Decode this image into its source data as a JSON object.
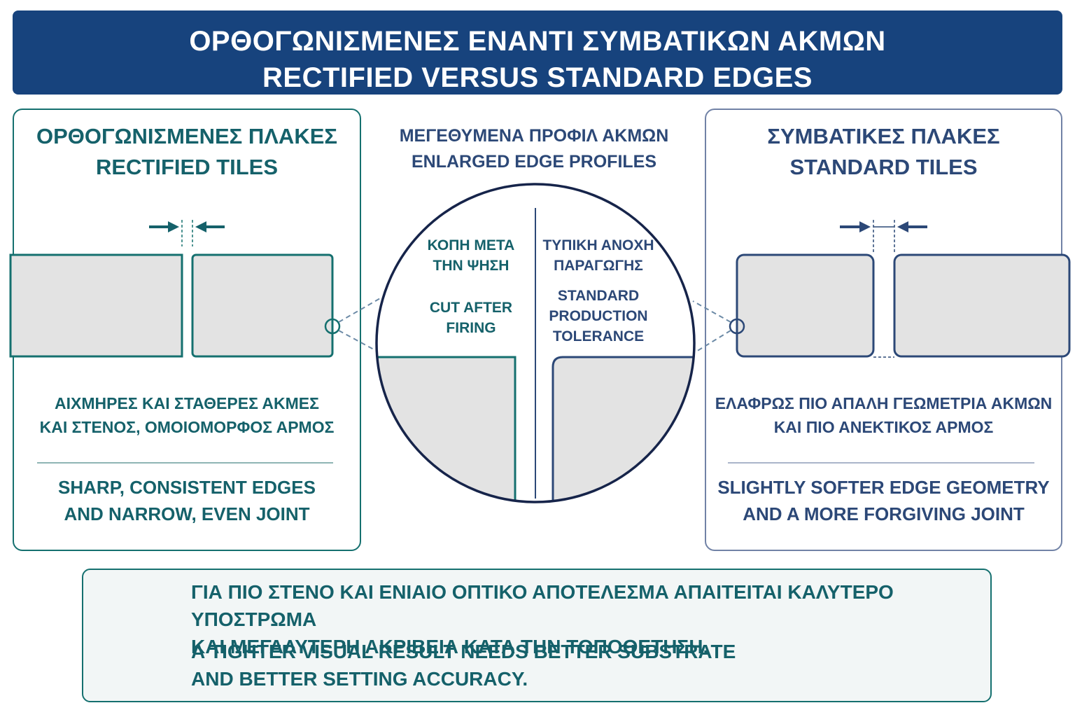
{
  "header": {
    "title_greek": "ΟΡΘΟΓΩΝΙΣΜΕΝΕΣ ΕΝΑΝΤΙ ΣΥΜΒΑΤΙΚΩΝ ΑΚΜΩΝ",
    "title_english": "RECTIFIED VERSUS STANDARD EDGES"
  },
  "left_panel": {
    "title_greek": "ΟΡΘΟΓΩΝΙΣΜΕΝΕΣ ΠΛΑΚΕΣ",
    "title_english": "RECTIFIED TILES",
    "desc_greek_1": "ΑΙΧΜΗΡΕΣ ΚΑΙ ΣΤΑΘΕΡΕΣ ΑΚΜΕΣ",
    "desc_greek_2": "ΚΑΙ ΣΤΕΝΟΣ, ΟΜΟΙΟΜΟΡΦΟΣ ΑΡΜΟΣ",
    "desc_english_1": "SHARP, CONSISTENT EDGES",
    "desc_english_2": "AND NARROW, EVEN JOINT",
    "accent": "#15706f"
  },
  "right_panel": {
    "title_greek": "ΣΥΜΒΑΤΙΚΕΣ ΠΛΑΚΕΣ",
    "title_english": "STANDARD TILES",
    "desc_greek_1": "ΕΛΑΦΡΩΣ ΠΙΟ ΑΠΑΛΗ ΓΕΩΜΕΤΡΙΑ ΑΚΜΩΝ",
    "desc_greek_2": "ΚΑΙ ΠΙΟ ΑΝΕΚΤΙΚΟΣ ΑΡΜΟΣ",
    "desc_english_1": "SLIGHTLY SOFTER EDGE GEOMETRY",
    "desc_english_2": "AND A MORE FORGIVING JOINT",
    "accent": "#7182a6"
  },
  "center": {
    "title_greek": "ΜΕΓΕΘΥΜΕΝΑ ΠΡΟΦΙΛ ΑΚΜΩΝ",
    "title_english": "ENLARGED EDGE PROFILES",
    "left_greek_1": "ΚΟΠΗ ΜΕΤΑ",
    "left_greek_2": "ΤΗΝ ΨΗΣΗ",
    "left_english_1": "CUT AFTER",
    "left_english_2": "FIRING",
    "right_greek_1": "ΤΥΠΙΚΗ ΑΝΟΧΗ",
    "right_greek_2": "ΠΑΡΑΓΩΓΗΣ",
    "right_english_1": "STANDARD",
    "right_english_2": "PRODUCTION",
    "right_english_3": "TOLERANCE"
  },
  "notice": {
    "icon": "exclamation-icon",
    "greek_1": "ΓΙΑ ΠΙΟ ΣΤΕΝΟ ΚΑΙ ΕΝΙΑΙΟ ΟΠΤΙΚΟ ΑΠΟΤΕΛΕΣΜΑ ΑΠΑΙΤΕΙΤΑΙ ΚΑΛΥΤΕΡΟ ΥΠΟΣΤΡΩΜΑ",
    "greek_2": "ΚΑΙ ΜΕΓΑΛΥΤΕΡΗ ΑΚΡΙΒΕΙΑ ΚΑΤΑ ΤΗΝ ΤΟΠΟΘΕΤΗΣΗ.",
    "english_1": "A TIGHTER VISUAL RESULT NEEDS BETTER SUBSTRATE",
    "english_2": "AND BETTER SETTING ACCURACY."
  },
  "colors": {
    "header_bg": "#17437d",
    "teal_text": "#15616a",
    "navy_text": "#2c4877",
    "tile_fill": "#e3e3e3"
  }
}
